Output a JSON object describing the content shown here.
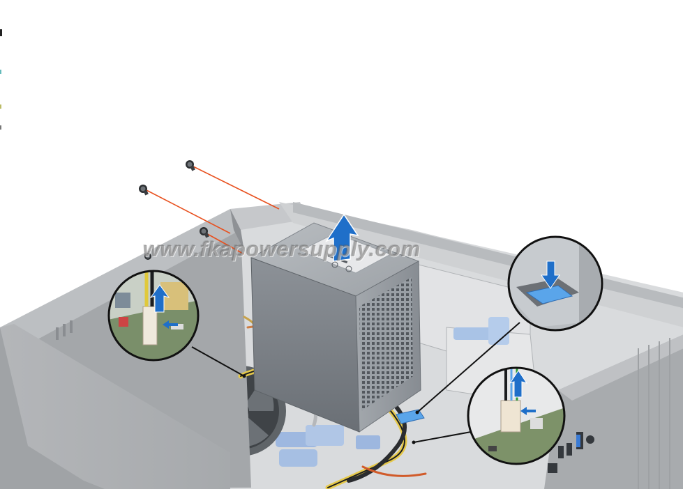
{
  "image": {
    "watermark_text": "www.fkapowersupply.com",
    "subject": "PSU removal from tower chassis",
    "callouts": [
      "cable-connector-left",
      "release-tab",
      "cable-connector-right"
    ],
    "colors": {
      "screw_guide": "#e8501e",
      "arrow_blue": "#1f6fc9",
      "tab_blue": "#5aa5ea",
      "chassis_gray": "#c9cbce",
      "psu_gray": "#7d8288"
    }
  }
}
